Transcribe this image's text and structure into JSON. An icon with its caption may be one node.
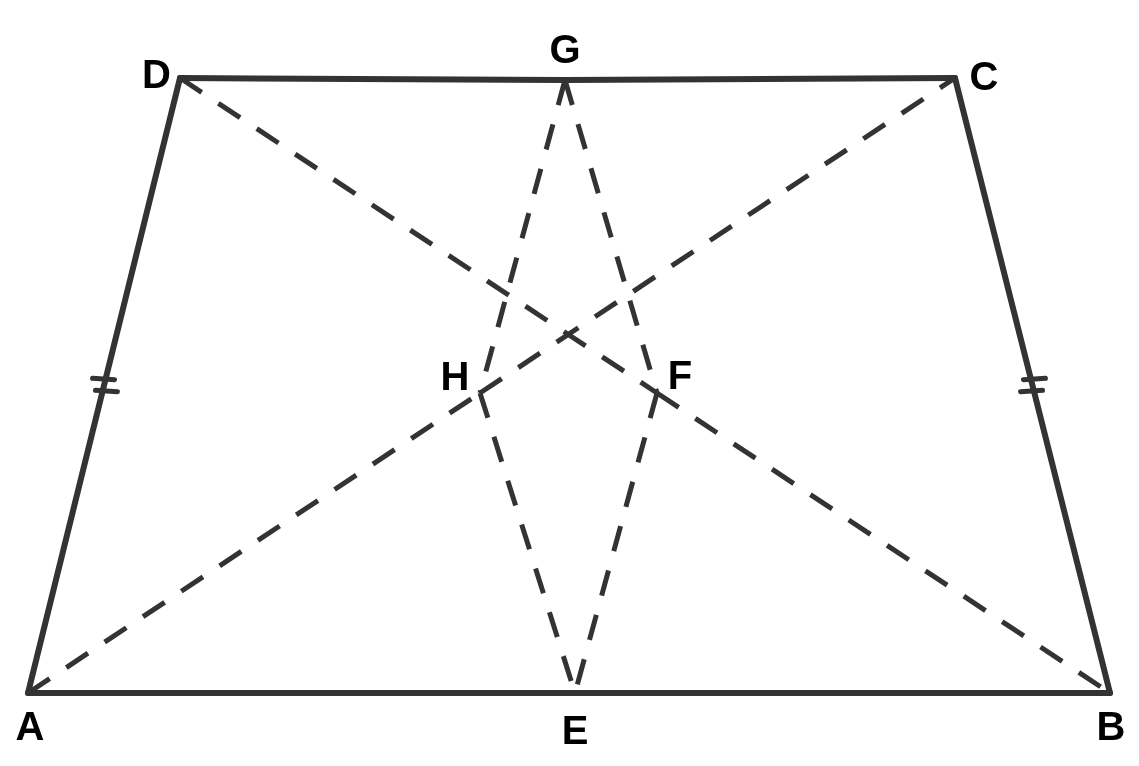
{
  "diagram": {
    "nodes": [
      {
        "text": [
          "D"
        ]
      },
      {
        "text": [
          "G"
        ]
      },
      {
        "text": [
          "C"
        ]
      },
      {
        "text": [
          "H"
        ]
      },
      {
        "text": [
          "F"
        ]
      },
      {
        "text": [
          "A"
        ]
      },
      {
        "text": [
          "E"
        ]
      },
      {
        "text": [
          "B"
        ]
      }
    ],
    "edges": [
      {
        "from": 0,
        "to": 1,
        "arrow": "none"
      },
      {
        "from": 1,
        "to": 2,
        "arrow": "none"
      },
      {
        "from": 2,
        "to": 7,
        "arrow": "none"
      },
      {
        "from": 5,
        "to": 6,
        "arrow": "none"
      },
      {
        "from": 6,
        "to": 7,
        "arrow": "none"
      },
      {
        "from": 0,
        "to": 5,
        "arrow": "none"
      },
      {
        "from": 0,
        "to": 4,
        "arrow": "none",
        "style": "dashed"
      },
      {
        "from": 4,
        "to": 7,
        "arrow": "none",
        "style": "dashed"
      },
      {
        "from": 5,
        "to": 3,
        "arrow": "none",
        "style": "dashed"
      },
      {
        "from": 3,
        "to": 2,
        "arrow": "none",
        "style": "dashed"
      },
      {
        "from": 1,
        "to": 3,
        "arrow": "none",
        "style": "dashed"
      },
      {
        "from": 3,
        "to": 6,
        "arrow": "none",
        "style": "dashed"
      },
      {
        "from": 1,
        "to": 4,
        "arrow": "none",
        "style": "dashed"
      },
      {
        "from": 4,
        "to": 6,
        "arrow": "none",
        "style": "dashed"
      }
    ]
  }
}
